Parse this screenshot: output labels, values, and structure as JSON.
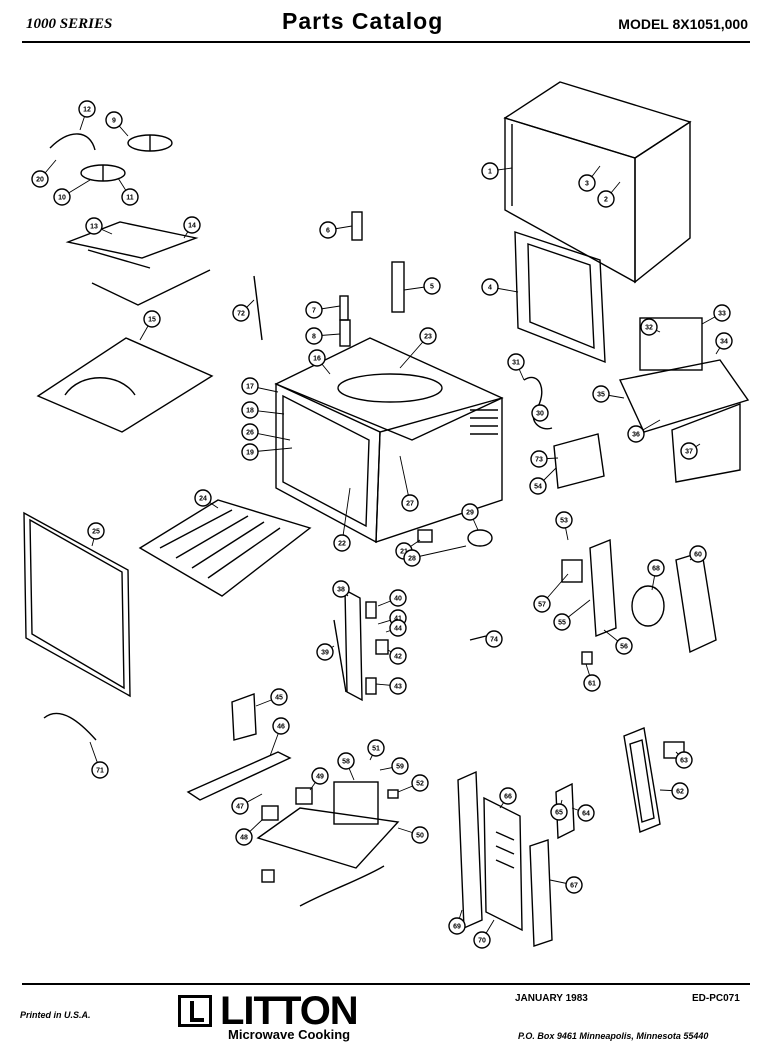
{
  "header": {
    "series": "1000 SERIES",
    "title": "Parts  Catalog",
    "model": "MODEL 8X1051,000"
  },
  "footer": {
    "printed": "Printed in U.S.A.",
    "brand": "LITTON",
    "brand_sub": "Microwave Cooking",
    "date": "JANUARY 1983",
    "code": "ED-PC071",
    "address": "P.O. Box 9461 Minneapolis, Minnesota 55440"
  },
  "callouts": [
    {
      "label": "1"
    },
    {
      "label": "2"
    },
    {
      "label": "3"
    },
    {
      "label": "4"
    },
    {
      "label": "5"
    },
    {
      "label": "6"
    },
    {
      "label": "7"
    },
    {
      "label": "8"
    },
    {
      "label": "9"
    },
    {
      "label": "10"
    },
    {
      "label": "11"
    },
    {
      "label": "12"
    },
    {
      "label": "13"
    },
    {
      "label": "14"
    },
    {
      "label": "15"
    },
    {
      "label": "16"
    },
    {
      "label": "17"
    },
    {
      "label": "18"
    },
    {
      "label": "19"
    },
    {
      "label": "20"
    },
    {
      "label": "21"
    },
    {
      "label": "22"
    },
    {
      "label": "23"
    },
    {
      "label": "24"
    },
    {
      "label": "25"
    },
    {
      "label": "26"
    },
    {
      "label": "27"
    },
    {
      "label": "28"
    },
    {
      "label": "29"
    },
    {
      "label": "30"
    },
    {
      "label": "31"
    },
    {
      "label": "32"
    },
    {
      "label": "33"
    },
    {
      "label": "34"
    },
    {
      "label": "35"
    },
    {
      "label": "36"
    },
    {
      "label": "37"
    },
    {
      "label": "38"
    },
    {
      "label": "39"
    },
    {
      "label": "40"
    },
    {
      "label": "41"
    },
    {
      "label": "42"
    },
    {
      "label": "43"
    },
    {
      "label": "44"
    },
    {
      "label": "45"
    },
    {
      "label": "46"
    },
    {
      "label": "47"
    },
    {
      "label": "48"
    },
    {
      "label": "49"
    },
    {
      "label": "50"
    },
    {
      "label": "51"
    },
    {
      "label": "52"
    },
    {
      "label": "53"
    },
    {
      "label": "54"
    },
    {
      "label": "55"
    },
    {
      "label": "56"
    },
    {
      "label": "57"
    },
    {
      "label": "58"
    },
    {
      "label": "59"
    },
    {
      "label": "60"
    },
    {
      "label": "61"
    },
    {
      "label": "62"
    },
    {
      "label": "63"
    },
    {
      "label": "64"
    },
    {
      "label": "65"
    },
    {
      "label": "66"
    },
    {
      "label": "67"
    },
    {
      "label": "68"
    },
    {
      "label": "69"
    },
    {
      "label": "70"
    },
    {
      "label": "71"
    },
    {
      "label": "72"
    },
    {
      "label": "73"
    },
    {
      "label": "74"
    }
  ]
}
